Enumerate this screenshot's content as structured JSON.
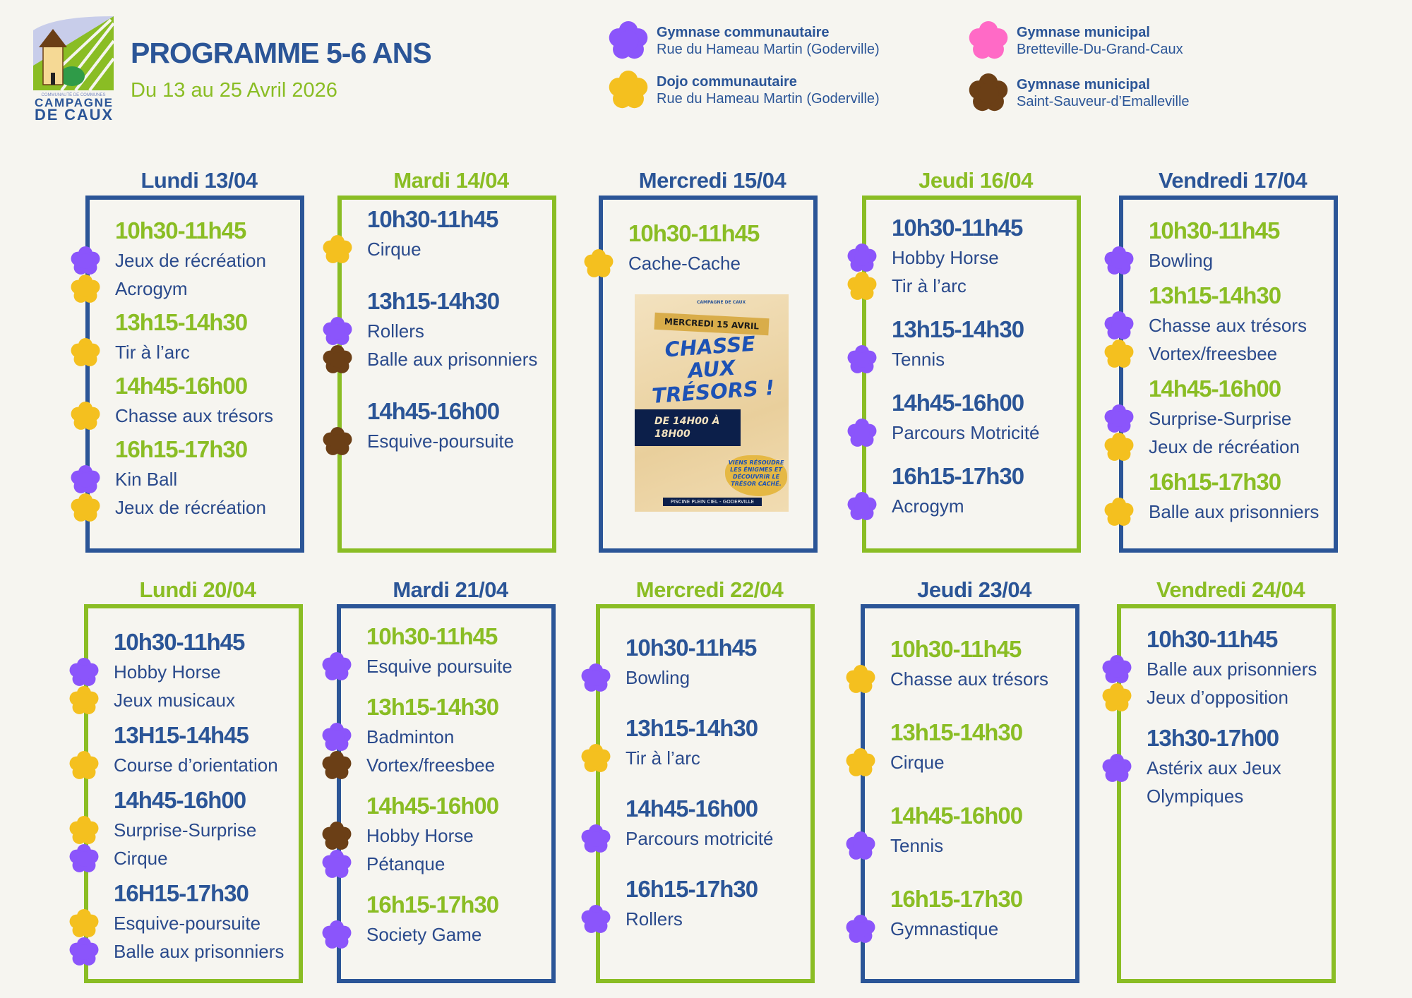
{
  "logo": {
    "small": "COMMUNAUTÉ DE COMMUNES",
    "line1": "CAMPAGNE",
    "line2": "DE CAUX"
  },
  "header": {
    "title": "PROGRAMME 5-6 ANS",
    "subtitle": "Du 13 au 25 Avril 2026"
  },
  "colors": {
    "blue": "#2b5597",
    "green": "#8abd24",
    "text": "#2a4a8c",
    "bg": "#f6f5f0"
  },
  "venues": {
    "p": {
      "color": "#8b55fb",
      "title": "Gymnase communautaire",
      "sub": "Rue du Hameau Martin (Goderville)"
    },
    "y": {
      "color": "#f4c01f",
      "title": "Dojo communautaire",
      "sub": "Rue du Hameau Martin (Goderville)"
    },
    "k": {
      "color": "#ff6ac6",
      "title": "Gymnase municipal",
      "sub": "Bretteville-Du-Grand-Caux"
    },
    "b": {
      "color": "#6b3f16",
      "title": "Gymnase municipal",
      "sub": "Saint-Sauveur-d’Emalleville"
    }
  },
  "days": [
    {
      "label": "Lundi 13/04",
      "border": "blue",
      "slots": [
        {
          "time": "10h30-11h45",
          "acts": [
            [
              "Jeux de récréation",
              "p"
            ],
            [
              "Acrogym",
              "y"
            ]
          ]
        },
        {
          "time": "13h15-14h30",
          "acts": [
            [
              "Tir à l’arc",
              "y"
            ]
          ]
        },
        {
          "time": "14h45-16h00",
          "acts": [
            [
              "Chasse aux trésors",
              "y"
            ]
          ]
        },
        {
          "time": "16h15-17h30",
          "acts": [
            [
              "Kin Ball",
              "p"
            ],
            [
              "Jeux de récréation",
              "y"
            ]
          ]
        }
      ]
    },
    {
      "label": "Mardi 14/04",
      "border": "green",
      "slots": [
        {
          "time": "10h30-11h45",
          "acts": [
            [
              "Cirque",
              "y"
            ]
          ]
        },
        {
          "time": "13h15-14h30",
          "acts": [
            [
              "Rollers",
              "p"
            ],
            [
              "Balle aux prisonniers",
              "b"
            ]
          ]
        },
        {
          "time": "14h45-16h00",
          "acts": [
            [
              "Esquive-poursuite",
              "b"
            ]
          ]
        }
      ]
    },
    {
      "label": "Mercredi 15/04",
      "border": "blue",
      "slots": [
        {
          "time": "10h30-11h45",
          "acts": [
            [
              "Cache-Cache",
              "y"
            ]
          ]
        }
      ]
    },
    {
      "label": "Jeudi 16/04",
      "border": "green",
      "slots": [
        {
          "time": "10h30-11h45",
          "acts": [
            [
              "Hobby Horse",
              "p"
            ],
            [
              "Tir à l’arc",
              "y"
            ]
          ]
        },
        {
          "time": "13h15-14h30",
          "acts": [
            [
              "Tennis",
              "p"
            ]
          ]
        },
        {
          "time": "14h45-16h00",
          "acts": [
            [
              "Parcours Motricité",
              "p"
            ]
          ]
        },
        {
          "time": "16h15-17h30",
          "acts": [
            [
              "Acrogym",
              "p"
            ]
          ]
        }
      ]
    },
    {
      "label": "Vendredi 17/04",
      "border": "blue",
      "slots": [
        {
          "time": "10h30-11h45",
          "acts": [
            [
              "Bowling",
              "p"
            ]
          ]
        },
        {
          "time": "13h15-14h30",
          "acts": [
            [
              "Chasse aux trésors",
              "p"
            ],
            [
              "Vortex/freesbee",
              "y"
            ]
          ]
        },
        {
          "time": "14h45-16h00",
          "acts": [
            [
              "Surprise-Surprise",
              "p"
            ],
            [
              "Jeux de récréation",
              "y"
            ]
          ]
        },
        {
          "time": "16h15-17h30",
          "acts": [
            [
              "Balle aux prisonniers",
              "y"
            ]
          ]
        }
      ]
    },
    {
      "label": "Lundi 20/04",
      "border": "green",
      "slots": [
        {
          "time": "10h30-11h45",
          "acts": [
            [
              "Hobby Horse",
              "p"
            ],
            [
              "Jeux musicaux",
              "y"
            ]
          ]
        },
        {
          "time": "13H15-14h45",
          "acts": [
            [
              "Course d’orientation",
              "y"
            ]
          ]
        },
        {
          "time": "14h45-16h00",
          "acts": [
            [
              "Surprise-Surprise",
              "y"
            ],
            [
              "Cirque",
              "p"
            ]
          ]
        },
        {
          "time": "16H15-17h30",
          "acts": [
            [
              "Esquive-poursuite",
              "y"
            ],
            [
              "Balle aux prisonniers",
              "p"
            ]
          ]
        }
      ]
    },
    {
      "label": "Mardi 21/04",
      "border": "blue",
      "slots": [
        {
          "time": "10h30-11h45",
          "acts": [
            [
              "Esquive poursuite",
              "p"
            ]
          ]
        },
        {
          "time": "13h15-14h30",
          "acts": [
            [
              "Badminton",
              "p"
            ],
            [
              "Vortex/freesbee",
              "b"
            ]
          ]
        },
        {
          "time": "14h45-16h00",
          "acts": [
            [
              "Hobby Horse",
              "b"
            ],
            [
              "Pétanque",
              "p"
            ]
          ]
        },
        {
          "time": "16h15-17h30",
          "acts": [
            [
              "Society Game",
              "p"
            ]
          ]
        }
      ]
    },
    {
      "label": "Mercredi 22/04",
      "border": "green",
      "slots": [
        {
          "time": "10h30-11h45",
          "acts": [
            [
              "Bowling",
              "p"
            ]
          ]
        },
        {
          "time": "13h15-14h30",
          "acts": [
            [
              "Tir à l’arc",
              "y"
            ]
          ]
        },
        {
          "time": "14h45-16h00",
          "acts": [
            [
              "Parcours motricité",
              "p"
            ]
          ]
        },
        {
          "time": "16h15-17h30",
          "acts": [
            [
              "Rollers",
              "p"
            ]
          ]
        }
      ]
    },
    {
      "label": "Jeudi 23/04",
      "border": "blue",
      "slots": [
        {
          "time": "10h30-11h45",
          "acts": [
            [
              "Chasse aux trésors",
              "y"
            ]
          ]
        },
        {
          "time": "13h15-14h30",
          "acts": [
            [
              "Cirque",
              "y"
            ]
          ]
        },
        {
          "time": "14h45-16h00",
          "acts": [
            [
              "Tennis",
              "p"
            ]
          ]
        },
        {
          "time": "16h15-17h30",
          "acts": [
            [
              "Gymnastique",
              "p"
            ]
          ]
        }
      ]
    },
    {
      "label": "Vendredi 24/04",
      "border": "green",
      "slots": [
        {
          "time": "10h30-11h45",
          "acts": [
            [
              "Balle aux prisonniers",
              "p"
            ],
            [
              "Jeux d’opposition",
              "y"
            ]
          ]
        },
        {
          "time": "13h30-17h00",
          "acts": [
            [
              "Astérix aux Jeux Olympiques",
              "p"
            ]
          ]
        }
      ]
    }
  ],
  "poster": {
    "logo": "CAMPAGNE DE CAUX",
    "date": "MERCREDI 15 AVRIL",
    "title": "CHASSE AUX TRÉSORS !",
    "hours": "DE 14H00 À 18H00",
    "tagline": "VIENS RÉSOUDRE LES ÉNIGMES ET DÉCOUVRIR LE TRÉSOR CACHÉ.",
    "place": "PISCINE PLEIN CIEL - GODERVILLE"
  }
}
